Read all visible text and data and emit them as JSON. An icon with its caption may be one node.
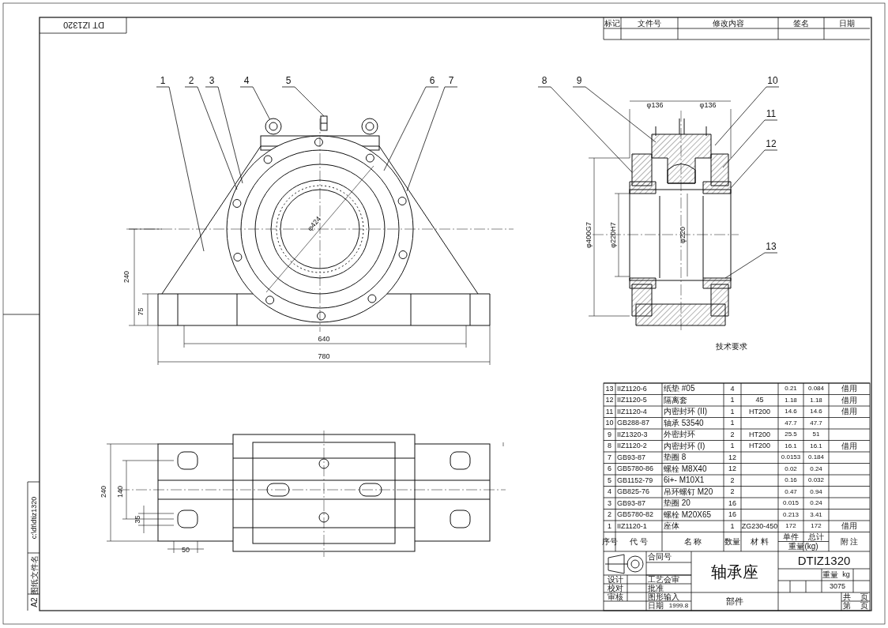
{
  "diagram": {
    "nodes": [
      {
        "text": [
          "1"
        ]
      },
      {
        "text": [
          "2"
        ]
      },
      {
        "text": [
          "3"
        ]
      },
      {
        "text": [
          "4"
        ]
      },
      {
        "text": [
          "5"
        ]
      },
      {
        "text": [
          "6"
        ]
      },
      {
        "text": [
          "7"
        ]
      },
      {
        "text": [
          "8"
        ]
      },
      {
        "text": [
          "9"
        ]
      },
      {
        "text": [
          "10"
        ]
      },
      {
        "text": [
          "11"
        ]
      },
      {
        "text": [
          "12"
        ]
      },
      {
        "text": [
          "13"
        ]
      },
      {
        "text": [],
        "shape": "circle"
      },
      {
        "text": [],
        "shape": "picture"
      }
    ],
    "edges": [
      {
        "from": 0,
        "to": null,
        "arrow": "none"
      },
      {
        "from": 1,
        "to": null,
        "arrow": "none"
      },
      {
        "from": 2,
        "to": null,
        "arrow": "none"
      },
      {
        "from": 3,
        "to": 13,
        "arrow": "none"
      },
      {
        "from": 4,
        "to": 14,
        "arrow": "none"
      },
      {
        "from": 5,
        "to": null,
        "arrow": "none"
      },
      {
        "from": 6,
        "to": null,
        "arrow": "none"
      },
      {
        "from": 7,
        "to": null,
        "arrow": "none"
      },
      {
        "from": 8,
        "to": null,
        "arrow": "none"
      },
      {
        "from": 9,
        "to": null,
        "arrow": "none"
      },
      {
        "from": 10,
        "to": null,
        "arrow": "none"
      },
      {
        "from": 11,
        "to": null,
        "arrow": "none"
      },
      {
        "from": 12,
        "to": null,
        "arrow": "none"
      }
    ],
    "labels": [
      "DT IZ1320",
      "标记",
      "文件号",
      "修改内容",
      "签名",
      "日期",
      "φ424",
      "240",
      "75",
      "640",
      "780",
      "φ136",
      "φ136",
      "φ400G7",
      "φ220H7",
      "φ220",
      "技术要求",
      "240",
      "140",
      "35",
      "50",
      "13",
      "IIZ1120-6",
      "纸垫 #05",
      "4",
      "0.21",
      "0.084",
      "借用",
      "12",
      "IIZ1120-5",
      "隔离套",
      "1",
      "45",
      "1.18",
      "1.18",
      "借用",
      "11",
      "IIZ1120-4",
      "内密封环 (II)",
      "1",
      "HT200",
      "14.6",
      "14.6",
      "借用",
      "10",
      "GB288-87",
      "轴承 53540",
      "1",
      "47.7",
      "47.7",
      "9",
      "IIZ1320-3",
      "外密封环",
      "2",
      "HT200",
      "25.5",
      "51",
      "8",
      "IIZ1120-2",
      "内密封环 (I)",
      "1",
      "HT200",
      "16.1",
      "16.1",
      "借用",
      "7",
      "GB93-87",
      "垫圈 8",
      "12",
      "0.0153",
      "0.184",
      "6",
      "GB5780-86",
      "螺栓 M8X40",
      "12",
      "0.02",
      "0.24",
      "5",
      "GB1152-79",
      "6i+- M10X1",
      "2",
      "0.16",
      "0.032",
      "4",
      "GB825-76",
      "吊环螺钉 M20",
      "2",
      "0.47",
      "0.94",
      "3",
      "GB93-87",
      "垫圈 20",
      "16",
      "0.015",
      "0.24",
      "2",
      "GB5780-82",
      "螺栓 M20X65",
      "16",
      "0.213",
      "3.41",
      "1",
      "IIZ1120-1",
      "座体",
      "1",
      "ZG230-450",
      "172",
      "172",
      "借用",
      "序号",
      "代 号",
      "名 称",
      "数量",
      "材 料",
      "单件",
      "总计",
      "重量(kg)",
      "附 注",
      "合同号",
      "轴承座",
      "部件",
      "DTIZ1320",
      "重量",
      "kg",
      "3075",
      "设计",
      "工艺会审",
      "校对",
      "批准",
      "审核",
      "图形输入",
      "日期",
      "1999.8",
      "共",
      "页",
      "第",
      "页",
      "c:\\dt\\dtiz1320",
      "图纸文件名",
      "A2"
    ]
  }
}
